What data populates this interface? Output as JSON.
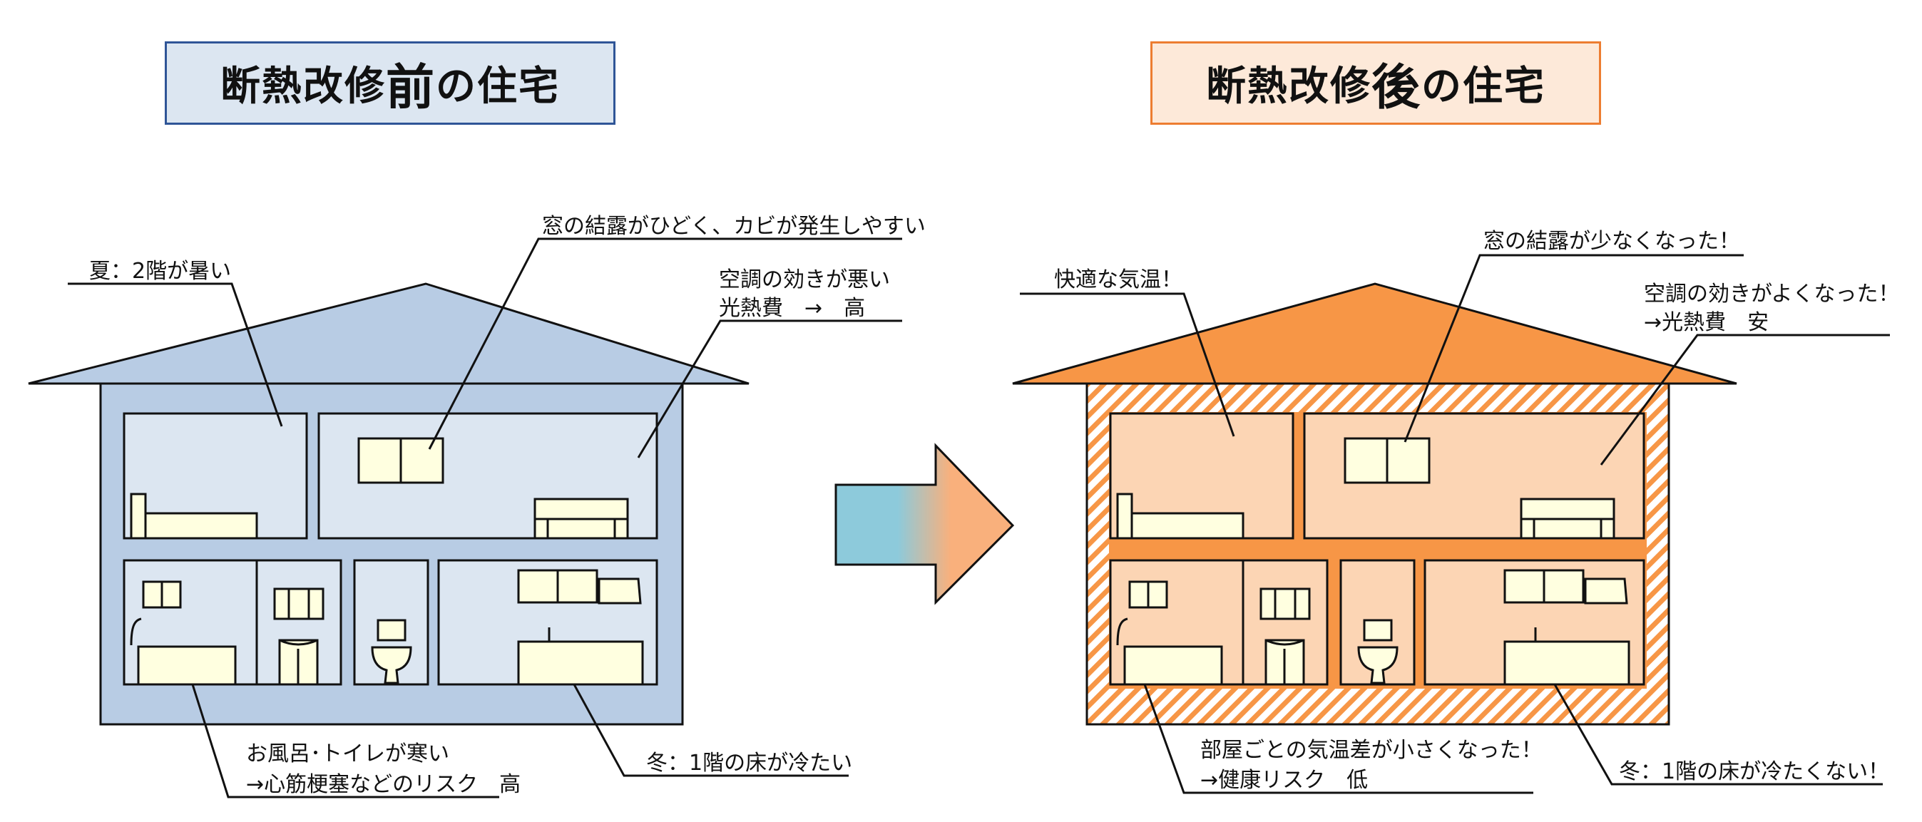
{
  "before": {
    "title_pre": "断熱改修",
    "title_big": "前",
    "title_post": "の住宅",
    "callouts": {
      "summer_hot": "夏：2階が暑い",
      "condensation": "窓の結露がひどく、カビが発生しやすい",
      "ac_line1": "空調の効きが悪い",
      "ac_line2": "光熱費　→　高",
      "bath_line1": "お風呂･トイレが寒い",
      "bath_line2": "→心筋梗塞などのリスク　高",
      "winter_floor": "冬：1階の床が冷たい"
    },
    "colors": {
      "house": "#b8cce4",
      "room": "#dce6f1",
      "border": "#2f5597"
    }
  },
  "after": {
    "title_pre": "断熱改修",
    "title_big": "後",
    "title_post": "の住宅",
    "callouts": {
      "comfortable": "快適な気温！",
      "condensation": "窓の結露が少なくなった！",
      "ac_line1": "空調の効きがよくなった！",
      "ac_line2": "→光熱費　安",
      "temp_line1": "部屋ごとの気温差が小さくなった！",
      "temp_line2": "→健康リスク　低",
      "winter_floor": "冬：1階の床が冷たくない！"
    },
    "colors": {
      "roof": "#f79646",
      "room": "#fcd5b4",
      "insulation": "#f79646",
      "border": "#ed7d31"
    }
  },
  "arrow": {
    "color_start": "#8dcadb",
    "color_end": "#f9b07c"
  }
}
